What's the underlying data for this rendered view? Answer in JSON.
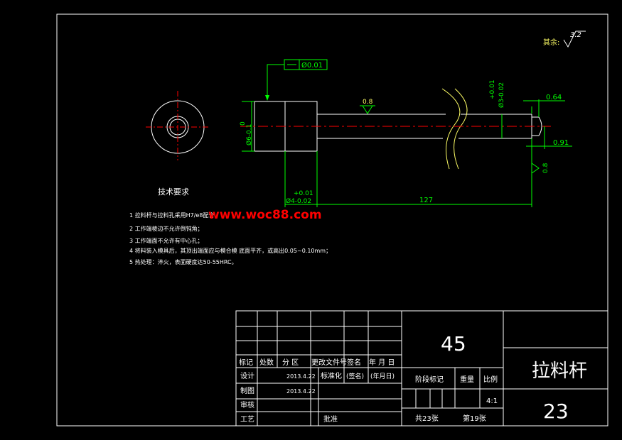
{
  "colors": {
    "background": "#000000",
    "border": "#ffffff",
    "dimension": "#00ff00",
    "centerline": "#ff0000",
    "break_line": "#ffff66",
    "watermark": "#ff0000"
  },
  "watermark": "www.woc88.com",
  "roughness": {
    "other_label": "其余:",
    "other_value": "3.2",
    "shaft_value": "0.8",
    "end_value": "0.8"
  },
  "geometric_tolerance": {
    "symbol": "—",
    "value": "Ø0.01"
  },
  "dimensions": {
    "head_dia_upper": "0",
    "head_dia_lower": "Ø6-0.1",
    "shaft_tol_upper": "+0.01",
    "shaft_dia": "Ø3-0.02",
    "end_len_1": "0.64",
    "end_len_2": "0.91",
    "collar_tol_upper": "+0.01",
    "collar_dia": "Ø4-0.02",
    "length": "127"
  },
  "tech_requirements": {
    "title": "技术要求",
    "items": [
      "1 拉料杆与拉料孔采用H7/e8配合",
      "2 工作端棱边不允许倒钝角；",
      "3 工作端面不允许有中心孔；",
      "4 将料装入模具后，其顶出端面应与模合模  底面平齐，或高出0.05~0.10mm；",
      "5 热处理：淬火，表面硬度达50-55HRC。"
    ]
  },
  "title_block": {
    "material": "45",
    "part_name": "拉料杆",
    "drawing_no": "23",
    "headers": [
      "标记",
      "处数",
      "分 区",
      "更改文件号",
      "签名",
      "年 月 日"
    ],
    "rows": {
      "design": "设计",
      "design_date": "2013.4.22",
      "standardization": "标准化",
      "sign": "(签名)",
      "sign_date": "(年月日)",
      "draw": "制图",
      "draw_date": "2013.4.22",
      "review": "审核",
      "process": "工艺",
      "approve": "批准"
    },
    "stage_label": "阶段标记",
    "weight_label": "重量",
    "scale_label": "比例",
    "scale_value": "4:1",
    "sheets_total": "共23张",
    "sheet_no": "第19张"
  }
}
